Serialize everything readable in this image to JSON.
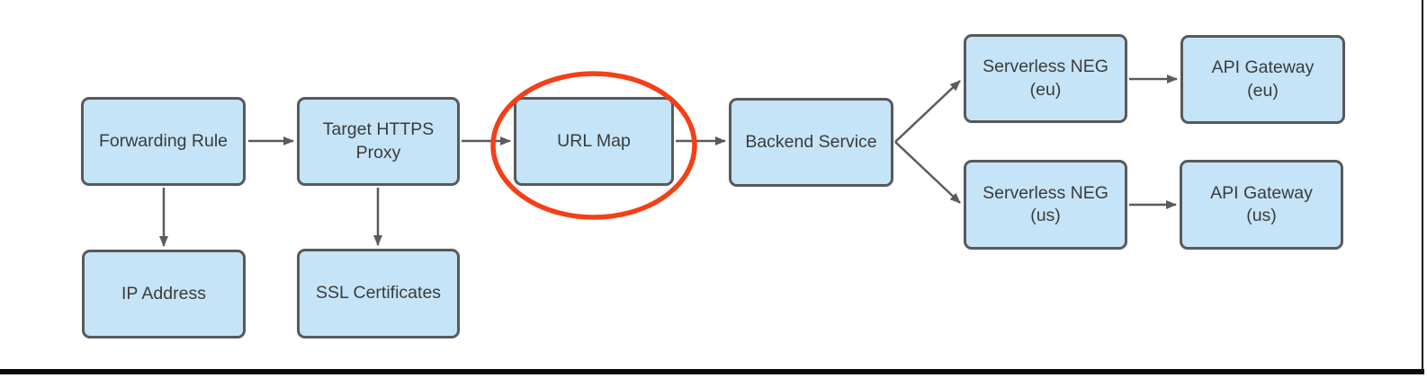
{
  "diagram": {
    "title": "HTTPS load balancer components with URL Map highlighted",
    "nodes": [
      {
        "id": "forwarding-rule",
        "label": "Forwarding Rule",
        "lines": [
          "Forwarding Rule"
        ]
      },
      {
        "id": "target-https-proxy",
        "label": "Target HTTPS Proxy",
        "lines": [
          "Target HTTPS",
          "Proxy"
        ]
      },
      {
        "id": "url-map",
        "label": "URL Map",
        "lines": [
          "URL Map"
        ],
        "highlighted": true
      },
      {
        "id": "backend-service",
        "label": "Backend Service",
        "lines": [
          "Backend Service"
        ]
      },
      {
        "id": "serverless-neg-eu",
        "label": "Serverless NEG (eu)",
        "lines": [
          "Serverless NEG",
          "(eu)"
        ]
      },
      {
        "id": "api-gateway-eu",
        "label": "API Gateway (eu)",
        "lines": [
          "API Gateway",
          "(eu)"
        ]
      },
      {
        "id": "serverless-neg-us",
        "label": "Serverless NEG (us)",
        "lines": [
          "Serverless NEG",
          "(us)"
        ]
      },
      {
        "id": "api-gateway-us",
        "label": "API Gateway (us)",
        "lines": [
          "API Gateway",
          "(us)"
        ]
      },
      {
        "id": "ip-address",
        "label": "IP Address",
        "lines": [
          "IP Address"
        ]
      },
      {
        "id": "ssl-certificates",
        "label": "SSL Certificates",
        "lines": [
          "SSL Certificates"
        ]
      }
    ],
    "edges": [
      {
        "from": "forwarding-rule",
        "to": "target-https-proxy"
      },
      {
        "from": "target-https-proxy",
        "to": "url-map"
      },
      {
        "from": "url-map",
        "to": "backend-service"
      },
      {
        "from": "backend-service",
        "to": "serverless-neg-eu"
      },
      {
        "from": "backend-service",
        "to": "serverless-neg-us"
      },
      {
        "from": "serverless-neg-eu",
        "to": "api-gateway-eu"
      },
      {
        "from": "serverless-neg-us",
        "to": "api-gateway-us"
      },
      {
        "from": "forwarding-rule",
        "to": "ip-address"
      },
      {
        "from": "target-https-proxy",
        "to": "ssl-certificates"
      }
    ],
    "annotation": {
      "shape": "ellipse",
      "target": "url-map"
    },
    "colors": {
      "node_fill": "#C5E4F7",
      "node_border": "#58595B",
      "arrow": "#5B5B5B",
      "highlight_ellipse": "#F43F17",
      "text": "#3B3B3B",
      "frame": "#0B0B0B",
      "background": "#FFFFFF"
    }
  }
}
